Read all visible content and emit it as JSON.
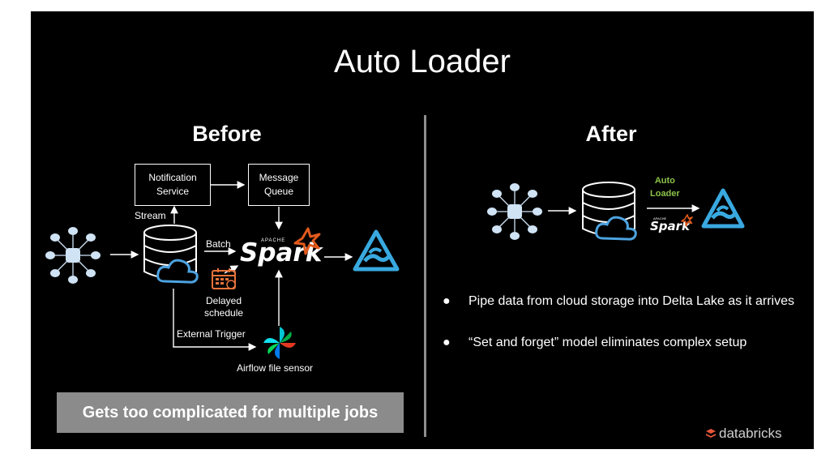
{
  "title": "Auto Loader",
  "before": {
    "heading": "Before",
    "notification_service": [
      "Notification",
      "Service"
    ],
    "message_queue": [
      "Message",
      "Queue"
    ],
    "stream_label": "Stream",
    "batch_label": "Batch",
    "delayed_schedule": [
      "Delayed",
      "schedule"
    ],
    "external_trigger_label": "External Trigger",
    "airflow_label": "Airflow file sensor",
    "spark_apache": "APACHE",
    "spark_wordmark": "Spark",
    "callout": "Gets too complicated for multiple jobs"
  },
  "after": {
    "heading": "After",
    "auto_loader_label": [
      "Auto",
      "Loader"
    ],
    "spark_apache": "APACHE",
    "spark_wordmark": "Spark",
    "bullets": [
      "Pipe data from cloud storage into Delta Lake as it arrives",
      "“Set and forget” model eliminates complex setup"
    ]
  },
  "brand": "databricks",
  "colors": {
    "background": "#000000",
    "cloud_blue": "#4da3e0",
    "delta_blue": "#39a9e0",
    "spark_orange": "#e25a1c",
    "auto_loader_green": "#8bc34a",
    "callout_gray": "#8b8b8b",
    "divider_gray": "#8e8e8e",
    "calendar_orange": "#e8743b"
  },
  "icons": {
    "data_sources": "hub-of-database-icon",
    "storage": "database-with-cloud-icon",
    "delta_lake": "delta-lake-icon",
    "airflow": "airflow-pinwheel-icon",
    "calendar": "calendar-icon",
    "brand_logo": "databricks-logo-icon"
  }
}
